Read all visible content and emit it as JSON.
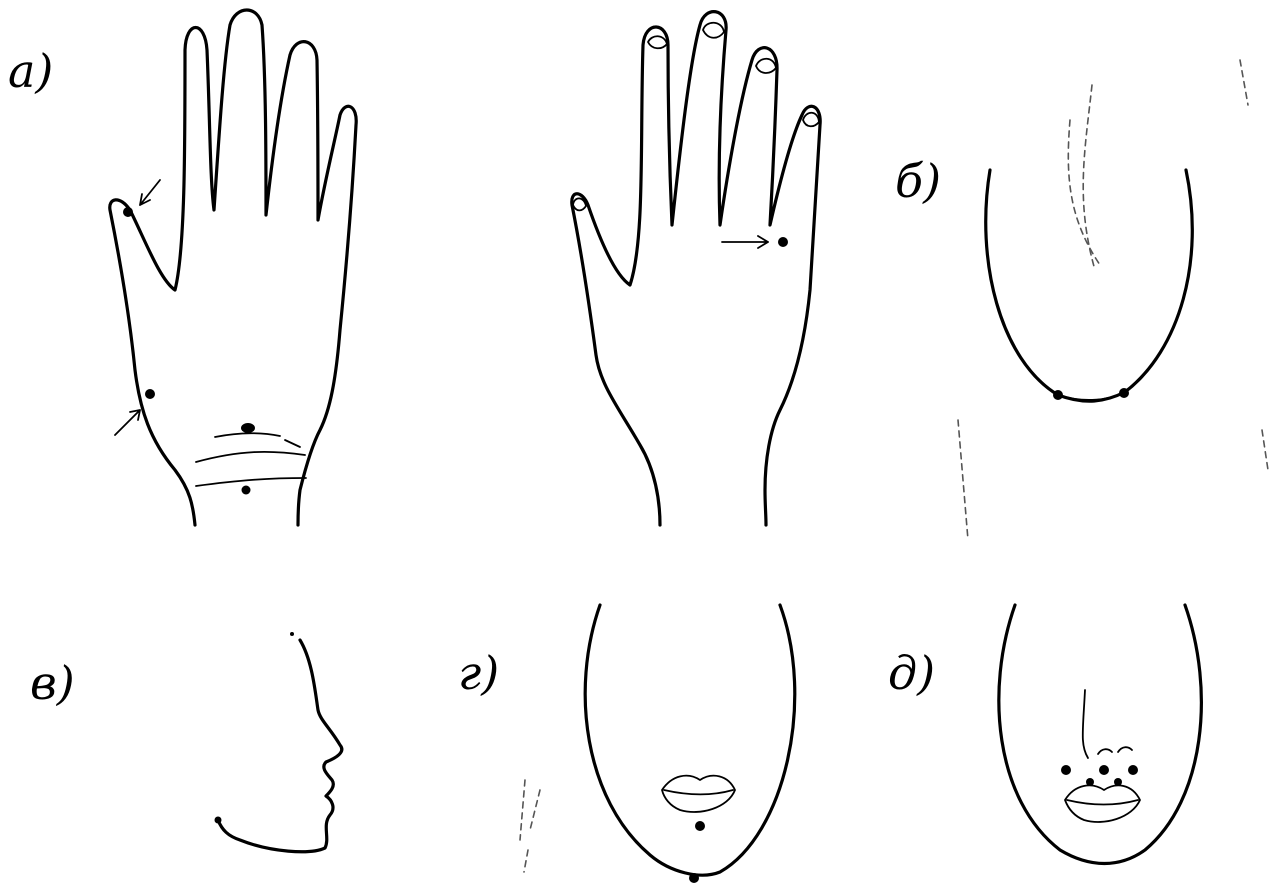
{
  "panels": {
    "a": {
      "label": "а)"
    },
    "b": {
      "label": "б)"
    },
    "v": {
      "label": "в)"
    },
    "g": {
      "label": "г)"
    },
    "d": {
      "label": "д)"
    }
  }
}
